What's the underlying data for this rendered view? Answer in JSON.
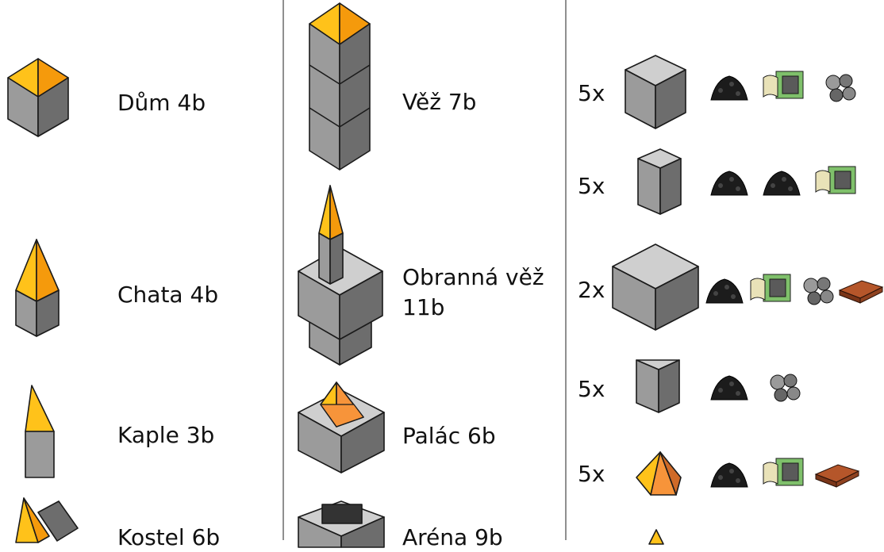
{
  "buildings": [
    {
      "name": "Dům",
      "points": "4b"
    },
    {
      "name": "Chata",
      "points": "4b"
    },
    {
      "name": "Kaple",
      "points": "3b"
    },
    {
      "name": "Kostel",
      "points": "6b"
    },
    {
      "name": "Věž",
      "points": "7b"
    },
    {
      "name": "Obranná věž",
      "points": "11b"
    },
    {
      "name": "Palác",
      "points": "6b"
    },
    {
      "name": "Aréna",
      "points": "9b"
    }
  ],
  "pieces": [
    {
      "count": "5x",
      "resources": [
        "coal-icon",
        "scroll-map-icon",
        "stone-icon"
      ]
    },
    {
      "count": "5x",
      "resources": [
        "coal-icon",
        "coal-icon",
        "scroll-map-icon"
      ]
    },
    {
      "count": "2x",
      "resources": [
        "coal-icon",
        "scroll-map-icon",
        "stone-icon",
        "wood-plank-icon"
      ]
    },
    {
      "count": "5x",
      "resources": [
        "coal-icon",
        "stone-icon"
      ]
    },
    {
      "count": "5x",
      "resources": [
        "coal-icon",
        "scroll-map-icon",
        "wood-plank-icon"
      ]
    }
  ],
  "colors": {
    "roof_light": "#ffc21a",
    "roof_dark": "#f59a0c",
    "pyramid": "#f7943a",
    "gray_light": "#cfcfcf",
    "gray_mid": "#9b9b9b",
    "gray_dark": "#6d6d6d"
  }
}
